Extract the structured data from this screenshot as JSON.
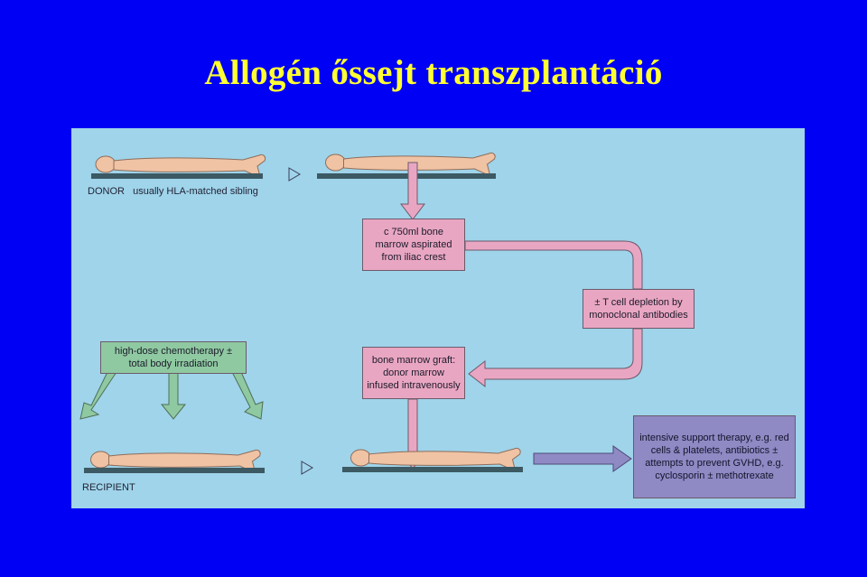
{
  "title": "Allogén őssejt transzplantáció",
  "colors": {
    "background": "#0000f4",
    "title": "#ffff33",
    "panel": "#9fd4ea",
    "pink_box": "#e9a6c2",
    "green_box": "#8fc9a1",
    "purple_box": "#8f89c4",
    "body": "#f0c3a4",
    "couch": "#3c5a64"
  },
  "diagram": {
    "donor_label": "DONOR",
    "donor_sublabel": "usually HLA-matched sibling",
    "recipient_label": "RECIPIENT",
    "aspiration_box": "c 750ml bone marrow aspirated from iliac crest",
    "tcell_box": "± T cell depletion by monoclonal antibodies",
    "chemo_box": "high-dose chemotherapy ± total body irradiation",
    "graft_box": "bone marrow graft: donor marrow infused intravenously",
    "support_box": "intensive support therapy, e.g. red cells & platelets, antibiotics ± attempts to prevent GVHD, e.g. cyclosporin ± methotrexate"
  }
}
